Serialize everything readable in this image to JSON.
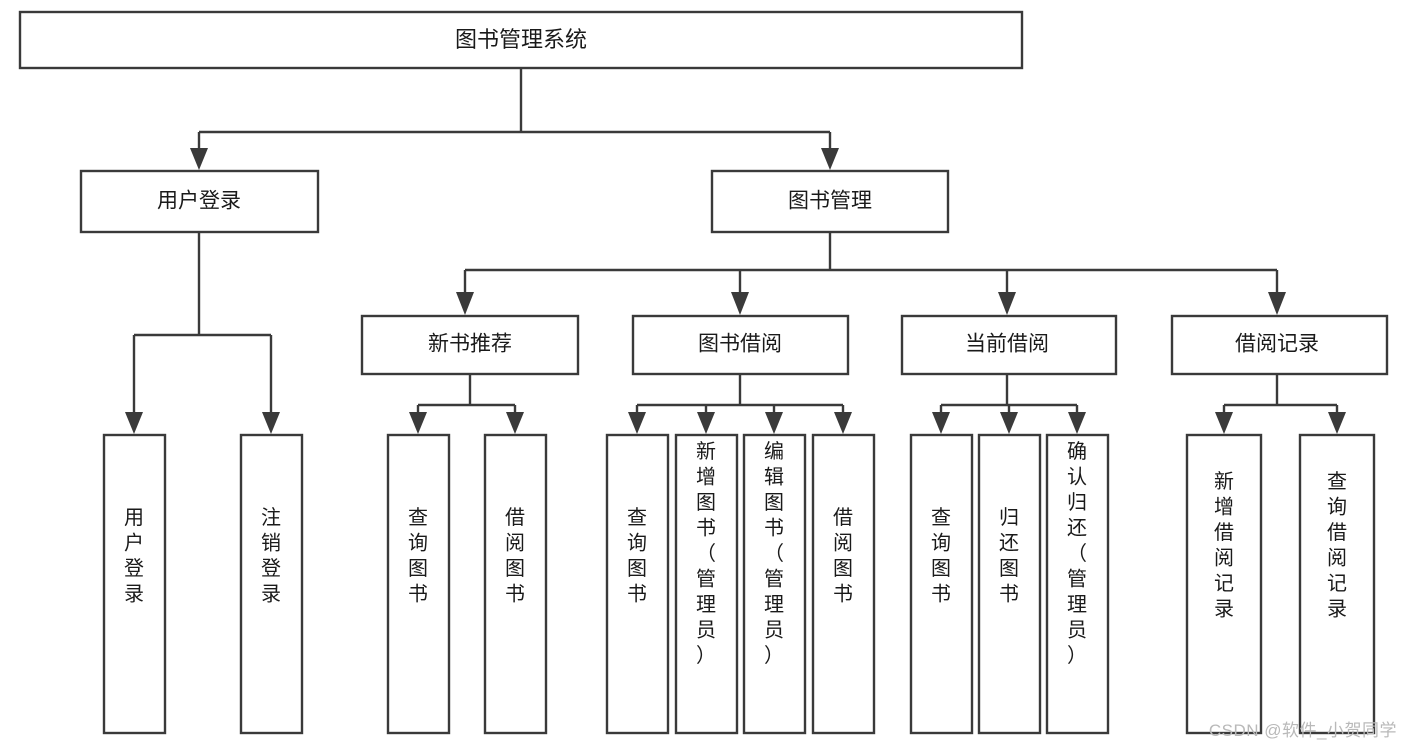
{
  "diagram": {
    "type": "tree",
    "orientation": "top-down",
    "title": "图书管理系统",
    "watermark": "CSDN @软件_小贺同学",
    "colors": {
      "background": "#ffffff",
      "stroke": "#3a3a3a",
      "text": "#1a1a1a",
      "watermark": "#b9b9b9"
    },
    "root": {
      "id": "root",
      "label": "图书管理系统"
    },
    "level1": [
      {
        "id": "user-login",
        "label": "用户登录"
      },
      {
        "id": "book-manage",
        "label": "图书管理"
      }
    ],
    "level2": [
      {
        "id": "new-book-recommend",
        "label": "新书推荐",
        "parent": "book-manage"
      },
      {
        "id": "book-borrow",
        "label": "图书借阅",
        "parent": "book-manage"
      },
      {
        "id": "current-borrow",
        "label": "当前借阅",
        "parent": "book-manage"
      },
      {
        "id": "borrow-record",
        "label": "借阅记录",
        "parent": "book-manage"
      }
    ],
    "leaves": [
      {
        "id": "leaf-user-login",
        "label": "用户登录",
        "parent": "user-login"
      },
      {
        "id": "leaf-logout-login",
        "label": "注销登录",
        "parent": "user-login"
      },
      {
        "id": "leaf-query-book-1",
        "label": "查询图书",
        "parent": "new-book-recommend"
      },
      {
        "id": "leaf-borrow-book-1",
        "label": "借阅图书",
        "parent": "new-book-recommend"
      },
      {
        "id": "leaf-query-book-2",
        "label": "查询图书",
        "parent": "book-borrow"
      },
      {
        "id": "leaf-add-book",
        "label": "新增图书（管理员）",
        "parent": "book-borrow"
      },
      {
        "id": "leaf-edit-book",
        "label": "编辑图书（管理员）",
        "parent": "book-borrow"
      },
      {
        "id": "leaf-borrow-book-2",
        "label": "借阅图书",
        "parent": "book-borrow"
      },
      {
        "id": "leaf-query-book-3",
        "label": "查询图书",
        "parent": "current-borrow"
      },
      {
        "id": "leaf-return-book",
        "label": "归还图书",
        "parent": "current-borrow"
      },
      {
        "id": "leaf-confirm-return",
        "label": "确认归还（管理员）",
        "parent": "current-borrow"
      },
      {
        "id": "leaf-add-record",
        "label": "新增借阅记录",
        "parent": "borrow-record"
      },
      {
        "id": "leaf-query-record",
        "label": "查询借阅记录",
        "parent": "borrow-record"
      }
    ]
  }
}
